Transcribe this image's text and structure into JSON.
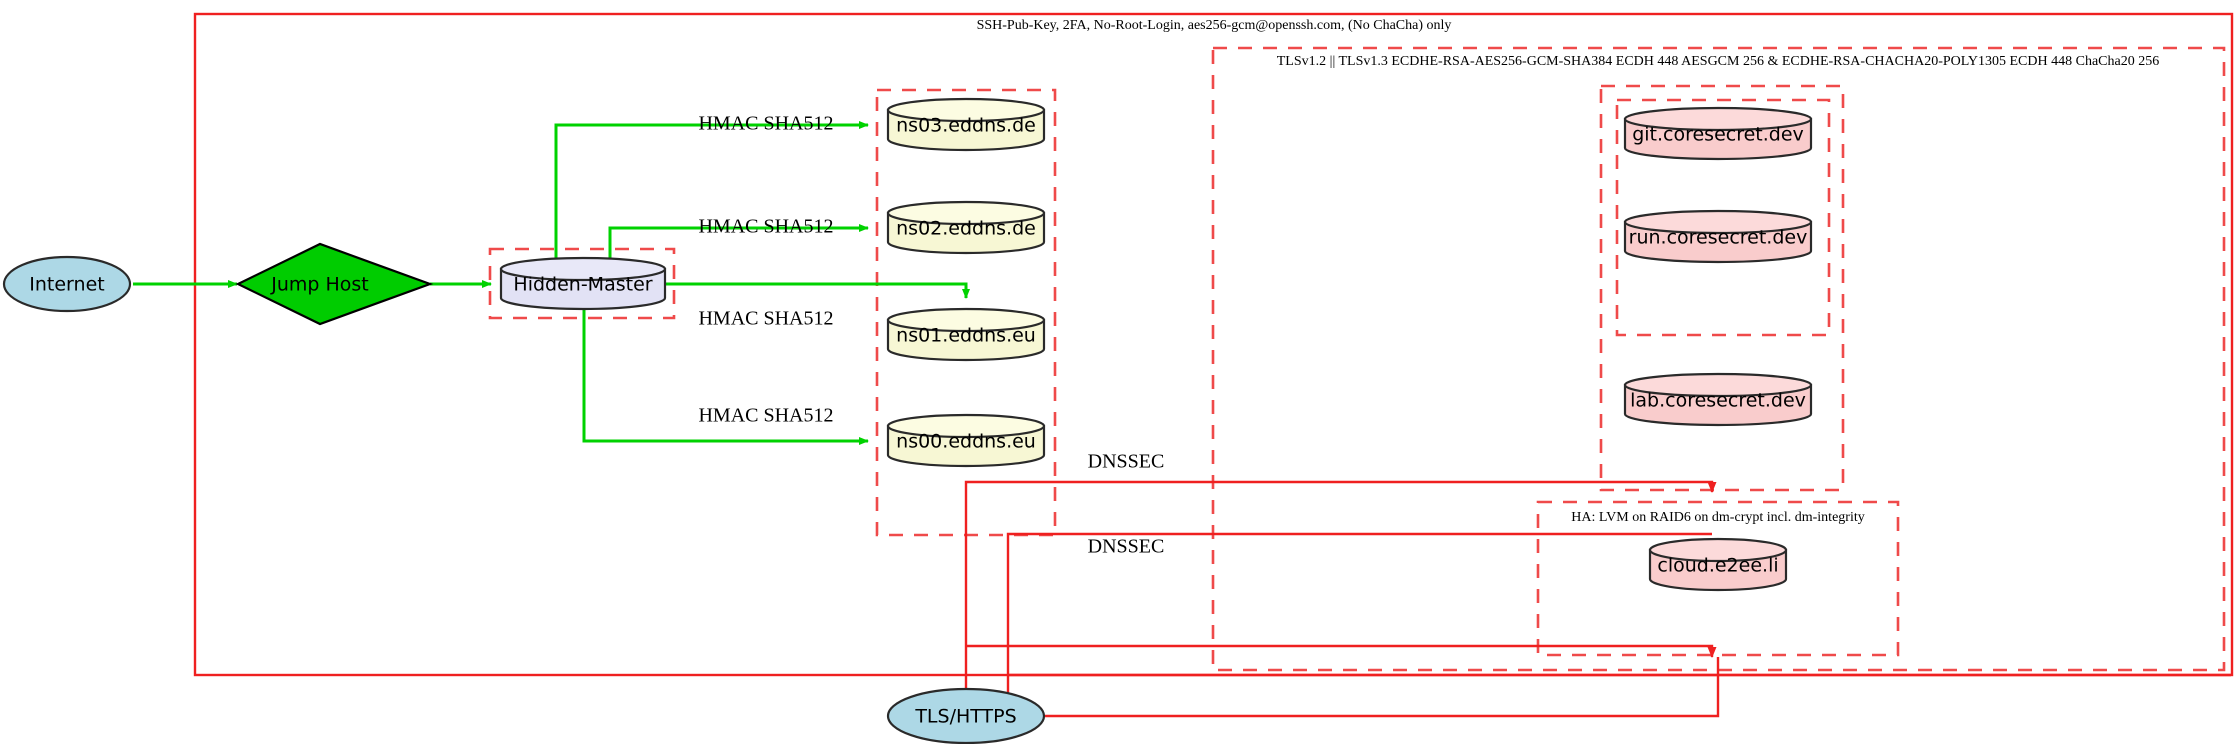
{
  "diagram": {
    "title_top_label": "SSH-Pub-Key, 2FA, No-Root-Login, aes256-gcm@openssh.com, (No ChaCha) only",
    "clusters": [
      {
        "id": "cluster-ssh",
        "label": "SSH-Pub-Key, 2FA, No-Root-Login, aes256-gcm@openssh.com, (No ChaCha) only",
        "style": "solid"
      },
      {
        "id": "cluster-tls",
        "label": "TLSv1.2 || TLSv1.3 ECDHE-RSA-AES256-GCM-SHA384 ECDH 448 AESGCM 256 & ECDHE-RSA-CHACHA20-POLY1305 ECDH 448 ChaCha20 256",
        "style": "dashed"
      },
      {
        "id": "cluster-hidden-master",
        "label": "",
        "style": "dashed"
      },
      {
        "id": "cluster-dns",
        "label": "",
        "style": "dashed"
      },
      {
        "id": "cluster-coresecret-outer",
        "label": "",
        "style": "dashed"
      },
      {
        "id": "cluster-coresecret-inner",
        "label": "",
        "style": "dashed"
      },
      {
        "id": "cluster-ha",
        "label": "HA: LVM on RAID6 on dm-crypt incl. dm-integrity",
        "style": "dashed"
      }
    ],
    "nodes": [
      {
        "id": "internet",
        "label": "Internet",
        "shape": "ellipse",
        "color": "#add8e6"
      },
      {
        "id": "jump-host",
        "label": "Jump Host",
        "shape": "diamond",
        "color": "#00cc00"
      },
      {
        "id": "hidden-master",
        "label": "Hidden-Master",
        "shape": "cylinder",
        "color": "#e2e2f5"
      },
      {
        "id": "ns03",
        "label": "ns03.eddns.de",
        "shape": "cylinder",
        "color": "#f7f7d4"
      },
      {
        "id": "ns02",
        "label": "ns02.eddns.de",
        "shape": "cylinder",
        "color": "#f7f7d4"
      },
      {
        "id": "ns01",
        "label": "ns01.eddns.eu",
        "shape": "cylinder",
        "color": "#f7f7d4"
      },
      {
        "id": "ns00",
        "label": "ns00.eddns.eu",
        "shape": "cylinder",
        "color": "#f7f7d4"
      },
      {
        "id": "git",
        "label": "git.coresecret.dev",
        "shape": "cylinder",
        "color": "#f9cccc"
      },
      {
        "id": "run",
        "label": "run.coresecret.dev",
        "shape": "cylinder",
        "color": "#f9cccc"
      },
      {
        "id": "lab",
        "label": "lab.coresecret.dev",
        "shape": "cylinder",
        "color": "#f9cccc"
      },
      {
        "id": "cloud",
        "label": "cloud.e2ee.li",
        "shape": "cylinder",
        "color": "#f9cccc"
      },
      {
        "id": "tls-https",
        "label": "TLS/HTTPS",
        "shape": "ellipse",
        "color": "#add8e6"
      }
    ],
    "edges": [
      {
        "from": "internet",
        "to": "jump-host",
        "label": "",
        "color": "#00d200"
      },
      {
        "from": "jump-host",
        "to": "hidden-master",
        "label": "",
        "color": "#00d200"
      },
      {
        "from": "hidden-master",
        "to": "ns03",
        "label": "HMAC SHA512",
        "color": "#00d200"
      },
      {
        "from": "hidden-master",
        "to": "ns02",
        "label": "HMAC SHA512",
        "color": "#00d200"
      },
      {
        "from": "hidden-master",
        "to": "ns01",
        "label": "HMAC SHA512",
        "color": "#00d200"
      },
      {
        "from": "hidden-master",
        "to": "ns00",
        "label": "HMAC SHA512",
        "color": "#00d200"
      },
      {
        "from": "tls-https",
        "to": "coresecret",
        "label": "DNSSEC",
        "color": "#ef2020"
      },
      {
        "from": "tls-https",
        "to": "ha",
        "label": "DNSSEC",
        "color": "#ef2020"
      }
    ],
    "edge_labels": {
      "hmac": "HMAC SHA512",
      "dnssec": "DNSSEC"
    },
    "colors": {
      "green": "#00d200",
      "red": "#ef2020",
      "red_dashed": "#ef4a4a",
      "blue_node": "#add8e6",
      "green_node": "#00cc00",
      "lavender_node": "#e2e2f5",
      "yellow_node": "#f7f7d4",
      "pink_node": "#f9cccc",
      "outline": "#2a2a2a"
    }
  }
}
